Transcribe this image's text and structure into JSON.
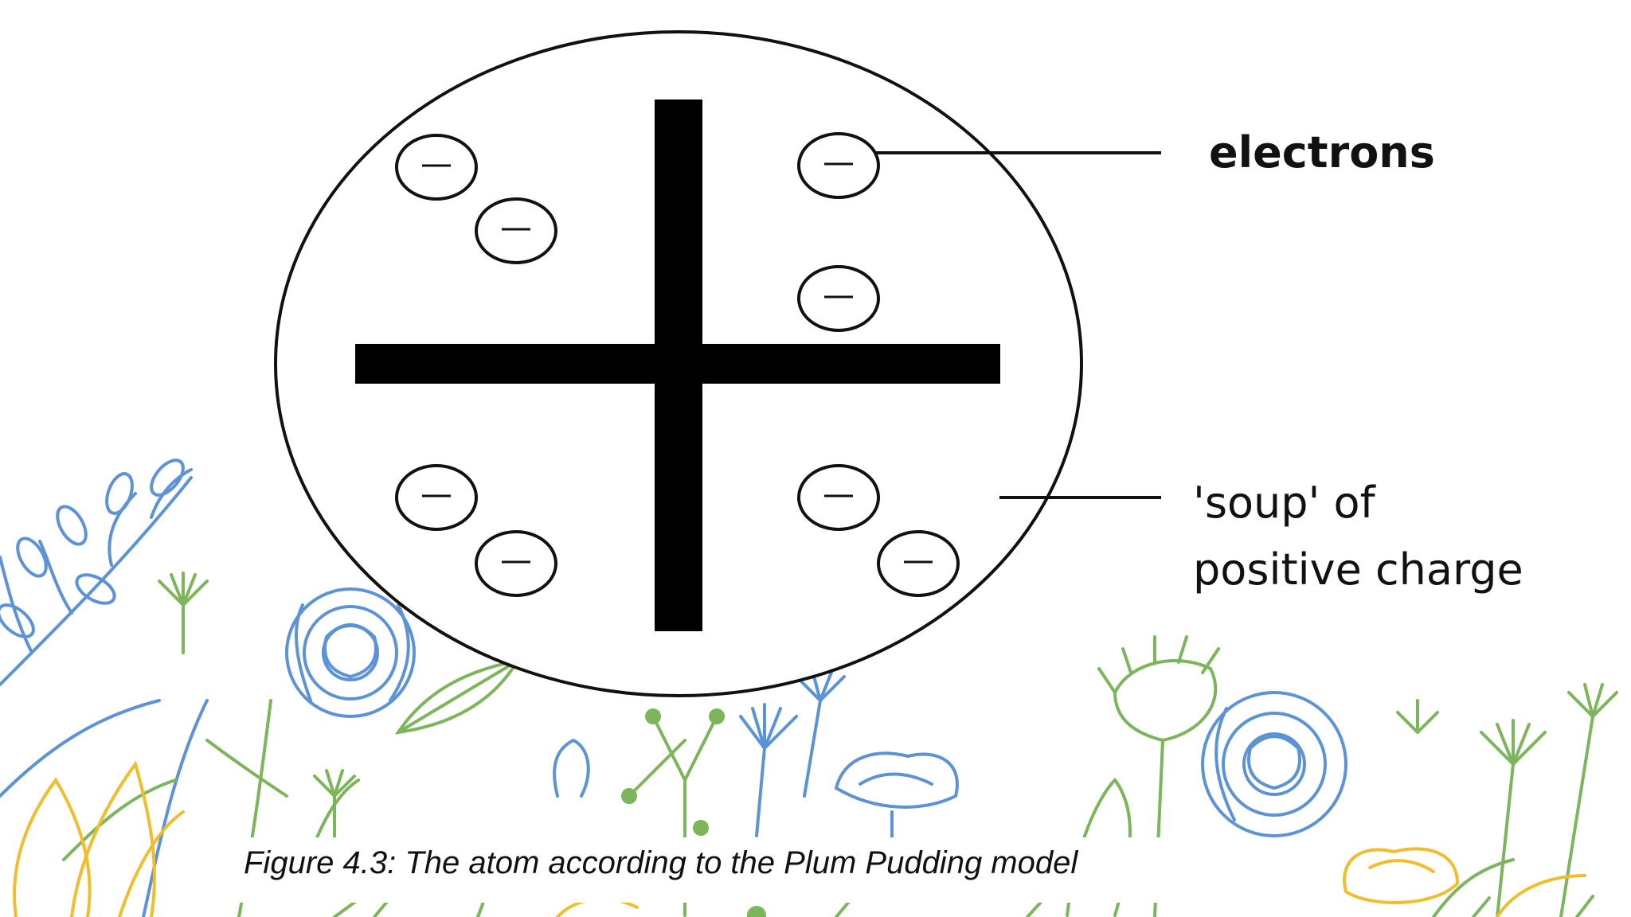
{
  "labels": {
    "electrons": "electrons",
    "soup_line1": "'soup' of",
    "soup_line2": "positive charge"
  },
  "caption": "Figure 4.3: The atom according to the Plum Pudding model",
  "electron_symbol": "−",
  "colors": {
    "ink": "#111111",
    "floral_blue": "#5b93d6",
    "floral_green": "#7cb55a",
    "floral_yellow": "#f0bd2c"
  },
  "icons": [
    "plus-sign-icon",
    "electron-icon",
    "floral-decoration"
  ]
}
